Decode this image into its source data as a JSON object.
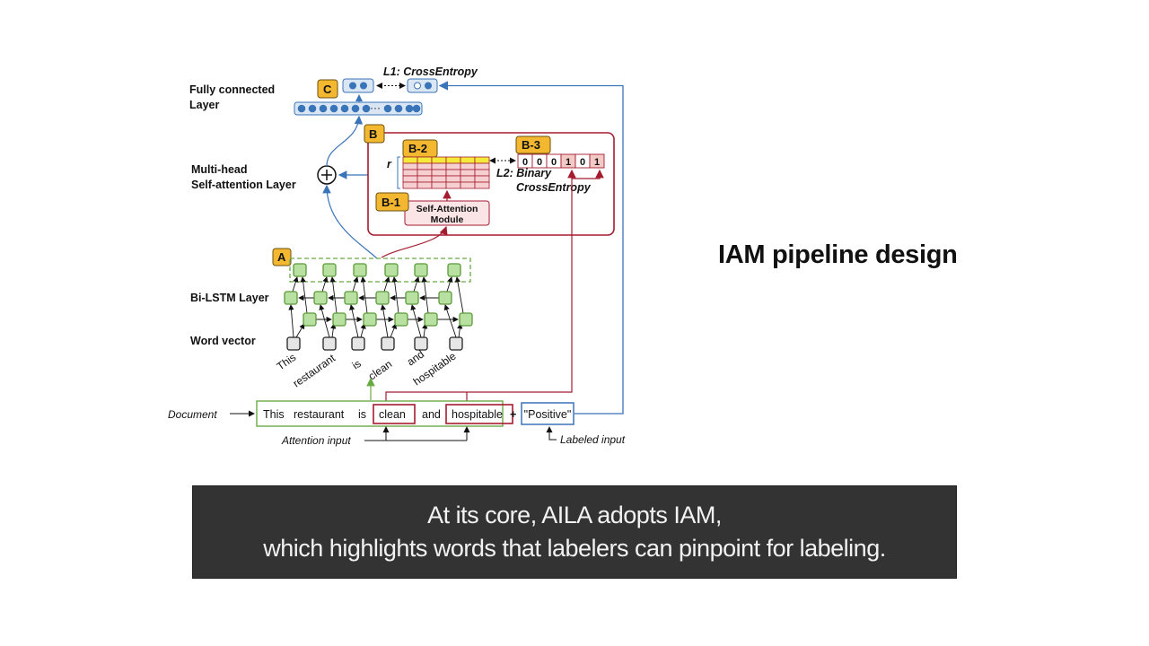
{
  "slide": {
    "title": "IAM pipeline design",
    "caption_lines": [
      "At its core, AILA adopts IAM,",
      "which highlights words that labelers can pinpoint for labeling."
    ]
  },
  "diagram": {
    "layer_labels": {
      "fc_line1": "Fully connected",
      "fc_line2": "Layer",
      "mh_line1": "Multi-head",
      "mh_line2": "Self-attention Layer",
      "bilstm": "Bi-LSTM Layer",
      "wordvec": "Word vector"
    },
    "tags": {
      "a": "A",
      "b": "B",
      "b1": "B-1",
      "b2": "B-2",
      "b3": "B-3",
      "c": "C"
    },
    "loss1": "L1: CrossEntropy",
    "loss2_line1": "L2: Binary",
    "loss2_line2": "CrossEntropy",
    "r_label": "r",
    "fc_ellipsis": "···",
    "self_attention_module": [
      "Self-Attention",
      "Module"
    ],
    "b3_cells": [
      "0",
      "0",
      "0",
      "1",
      "0",
      "1"
    ],
    "words": [
      "This",
      "restaurant",
      "is",
      "clean",
      "and",
      "hospitable"
    ],
    "document_label": "Document",
    "document_words": [
      "This",
      "restaurant",
      "is",
      "clean",
      "and",
      "hospitable"
    ],
    "highlighted_words": [
      "clean",
      "hospitable"
    ],
    "plus": "+",
    "label_value": "\"Positive\"",
    "attention_input": "Attention input",
    "labeled_input": "Labeled input",
    "colors": {
      "blue": "#3a74b8",
      "red": "#a51c30",
      "green": "#6aaa45",
      "tag_fill": "#f4b830",
      "node_green": "#b8e0a0",
      "grid_pink": "#f6d0d0",
      "grid_yellow": "#f5ea3b"
    }
  }
}
